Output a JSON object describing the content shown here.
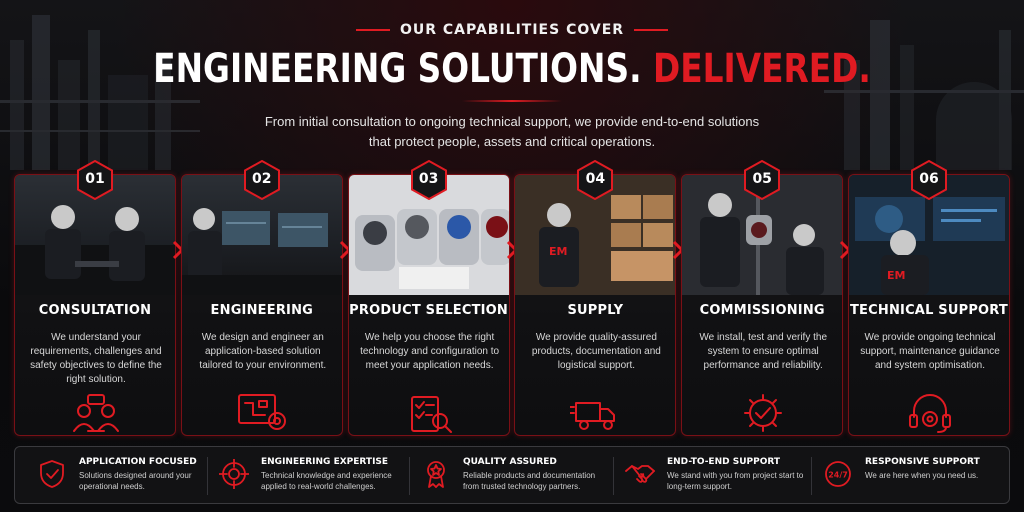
{
  "header": {
    "eyebrow": "OUR CAPABILITIES COVER",
    "headline_main": "ENGINEERING SOLUTIONS.",
    "headline_accent": "DELIVERED.",
    "intro": "From initial consultation to ongoing technical support, we provide end-to-end solutions that protect people, assets and critical operations."
  },
  "steps": [
    {
      "number": "01",
      "title": "CONSULTATION",
      "description": "We understand your requirements, challenges and safety objectives to define the right solution.",
      "icon": "team-discussion-icon"
    },
    {
      "number": "02",
      "title": "ENGINEERING",
      "description": "We design and engineer an application-based solution tailored to your environment.",
      "icon": "blueprint-gear-icon"
    },
    {
      "number": "03",
      "title": "PRODUCT SELECTION",
      "description": "We help you choose the right technology and configuration to meet your application needs.",
      "icon": "checklist-magnifier-icon"
    },
    {
      "number": "04",
      "title": "SUPPLY",
      "description": "We provide quality-assured products, documentation and logistical support.",
      "icon": "delivery-truck-icon"
    },
    {
      "number": "05",
      "title": "COMMISSIONING",
      "description": "We install, test and verify the system to ensure optimal performance and reliability.",
      "icon": "gear-check-icon"
    },
    {
      "number": "06",
      "title": "TECHNICAL SUPPORT",
      "description": "We provide ongoing technical support, maintenance guidance and system optimisation.",
      "icon": "headset-gear-icon"
    }
  ],
  "features": [
    {
      "title": "APPLICATION FOCUSED",
      "description": "Solutions designed around your operational needs.",
      "icon": "shield-check-icon"
    },
    {
      "title": "ENGINEERING EXPERTISE",
      "description": "Technical knowledge and experience applied to real-world challenges.",
      "icon": "target-crosshair-icon"
    },
    {
      "title": "QUALITY ASSURED",
      "description": "Reliable products and documentation from trusted technology partners.",
      "icon": "award-ribbon-icon"
    },
    {
      "title": "END-TO-END SUPPORT",
      "description": "We stand with you from project start to long-term support.",
      "icon": "handshake-icon"
    },
    {
      "title": "RESPONSIVE SUPPORT",
      "description": "We are here when you need us.",
      "icon": "clock-24-7-icon",
      "icon_text": "24/7"
    }
  ],
  "colors": {
    "accent": "#e01b22",
    "background": "#0b0b0d",
    "card_border": "#7a1016"
  }
}
